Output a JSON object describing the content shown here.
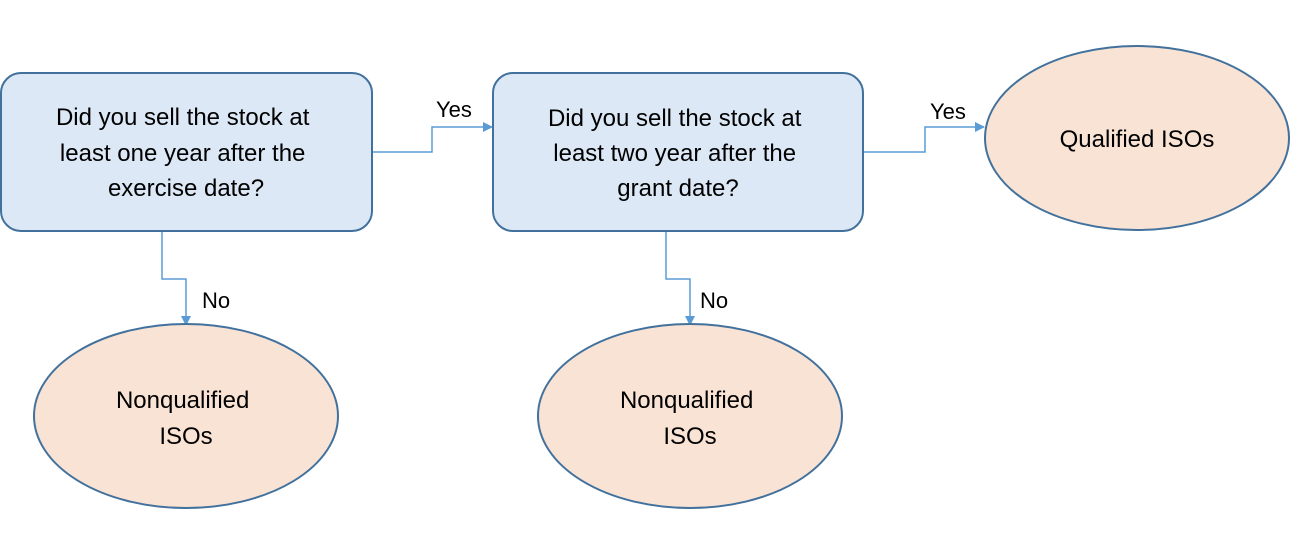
{
  "colors": {
    "decision_fill": "#dce8f5",
    "decision_stroke": "#41719c",
    "outcome_fill": "#f9e3d5",
    "outcome_stroke": "#41719c",
    "connector": "#5b9bd5"
  },
  "nodes": {
    "decision_1": {
      "lines": [
        "Did you sell the stock at",
        "least one year after the",
        "exercise date?"
      ]
    },
    "decision_2": {
      "lines": [
        "Did you sell the stock at",
        "least two year after the",
        "grant date?"
      ]
    },
    "outcome_qualified": {
      "lines": [
        "Qualified ISOs"
      ]
    },
    "outcome_nonqualified_1": {
      "lines": [
        "Nonqualified",
        "ISOs"
      ]
    },
    "outcome_nonqualified_2": {
      "lines": [
        "Nonqualified",
        "ISOs"
      ]
    }
  },
  "edges": {
    "d1_yes": "Yes",
    "d1_no": "No",
    "d2_yes": "Yes",
    "d2_no": "No"
  }
}
